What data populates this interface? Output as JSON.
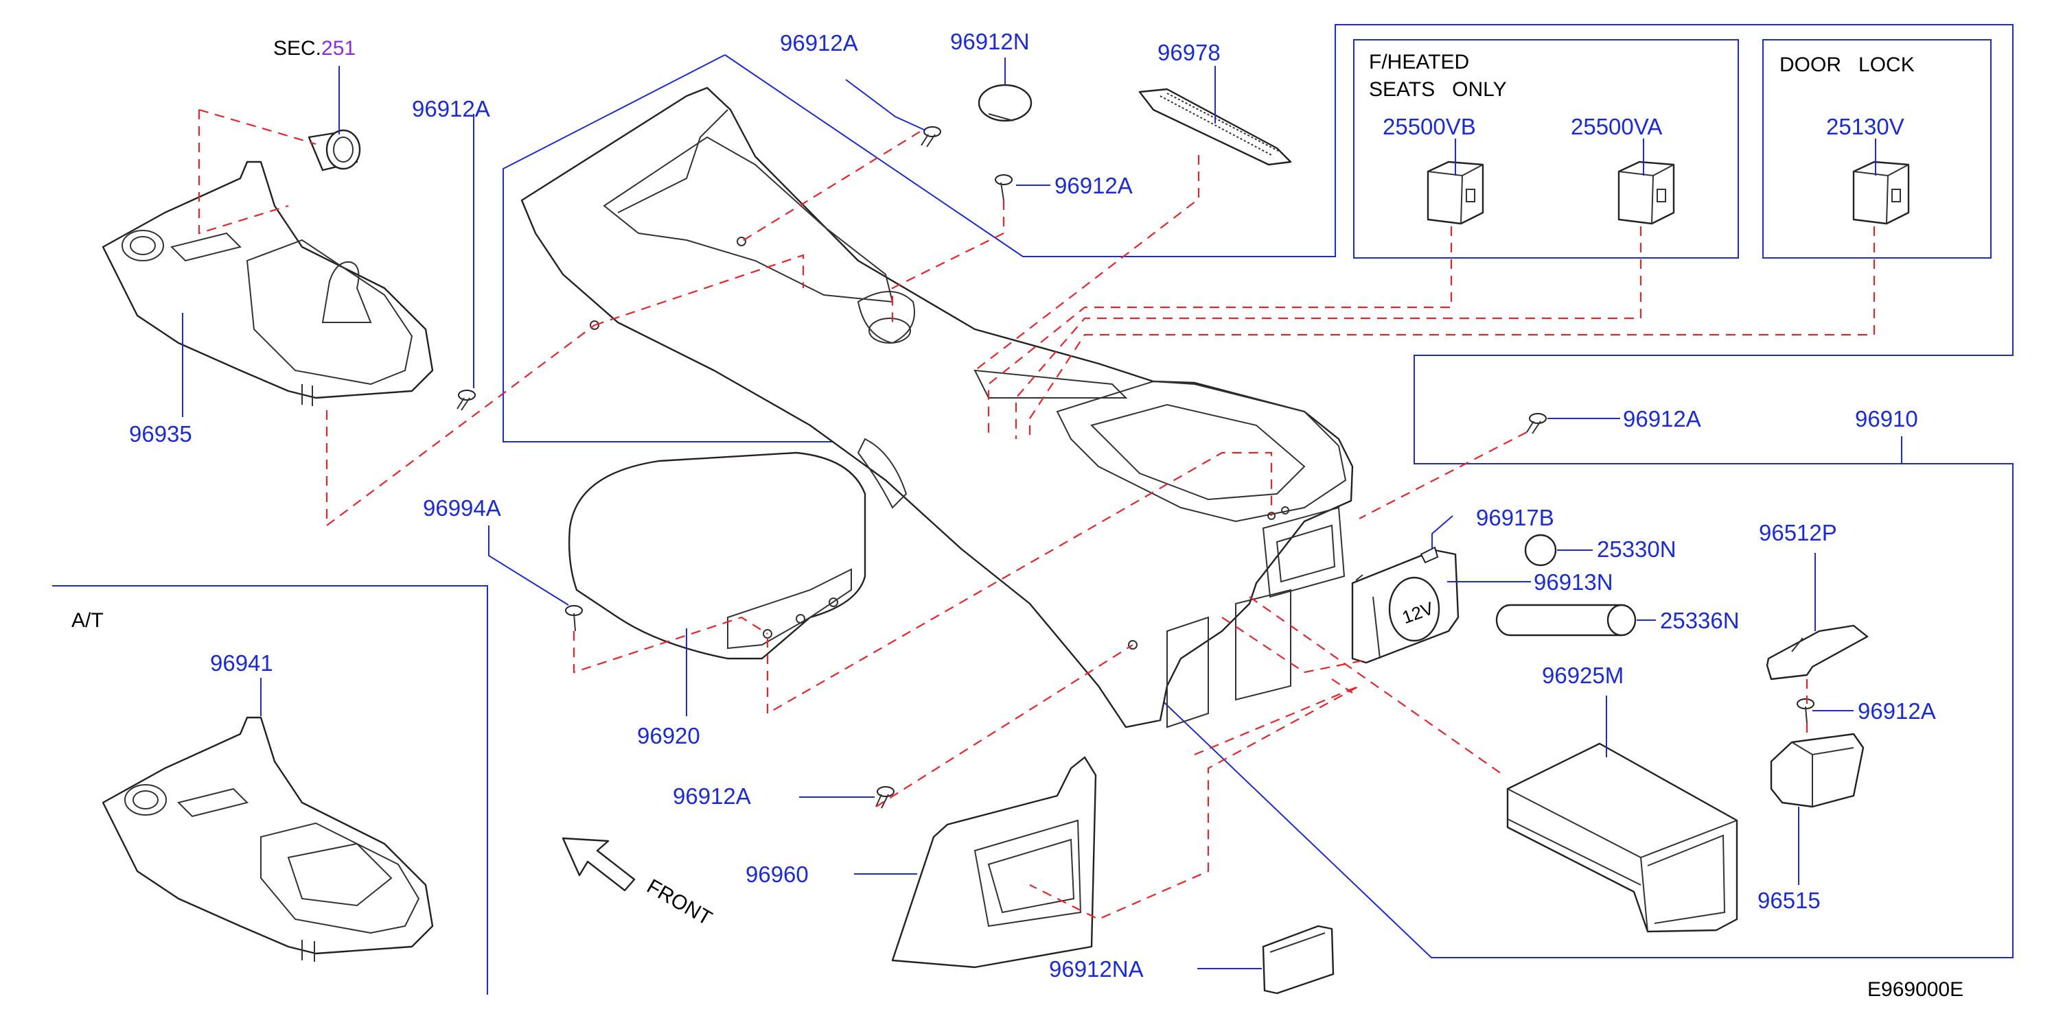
{
  "diagram_code": "E969000E",
  "labels": {
    "sec": "SEC.",
    "sec_num": "251",
    "p96935": "96935",
    "p96912A_left": "96912A",
    "p96912A_top": "96912A",
    "p96912N": "96912N",
    "p96912A_mid": "96912A",
    "p96978": "96978",
    "p96912A_right": "96912A",
    "p96910": "96910",
    "p96994A": "96994A",
    "p96920": "96920",
    "p96917B": "96917B",
    "p25330N": "25330N",
    "p96913N": "96913N",
    "p25336N": "25336N",
    "p96512P": "96512P",
    "p96925M": "96925M",
    "p96912A_lr": "96912A",
    "p96515": "96515",
    "p96941": "96941",
    "p96912A_bottom": "96912A",
    "p96960": "96960",
    "p96912NA": "96912NA",
    "front": "FRONT",
    "at": "A/T"
  },
  "boxes": {
    "heated_title_1": "F/HEATED",
    "heated_title_2": "SEATS   ONLY",
    "p25500VB": "25500VB",
    "p25500VA": "25500VA",
    "door_title": "DOOR   LOCK",
    "p25130V": "25130V"
  },
  "switch_text": "12V"
}
